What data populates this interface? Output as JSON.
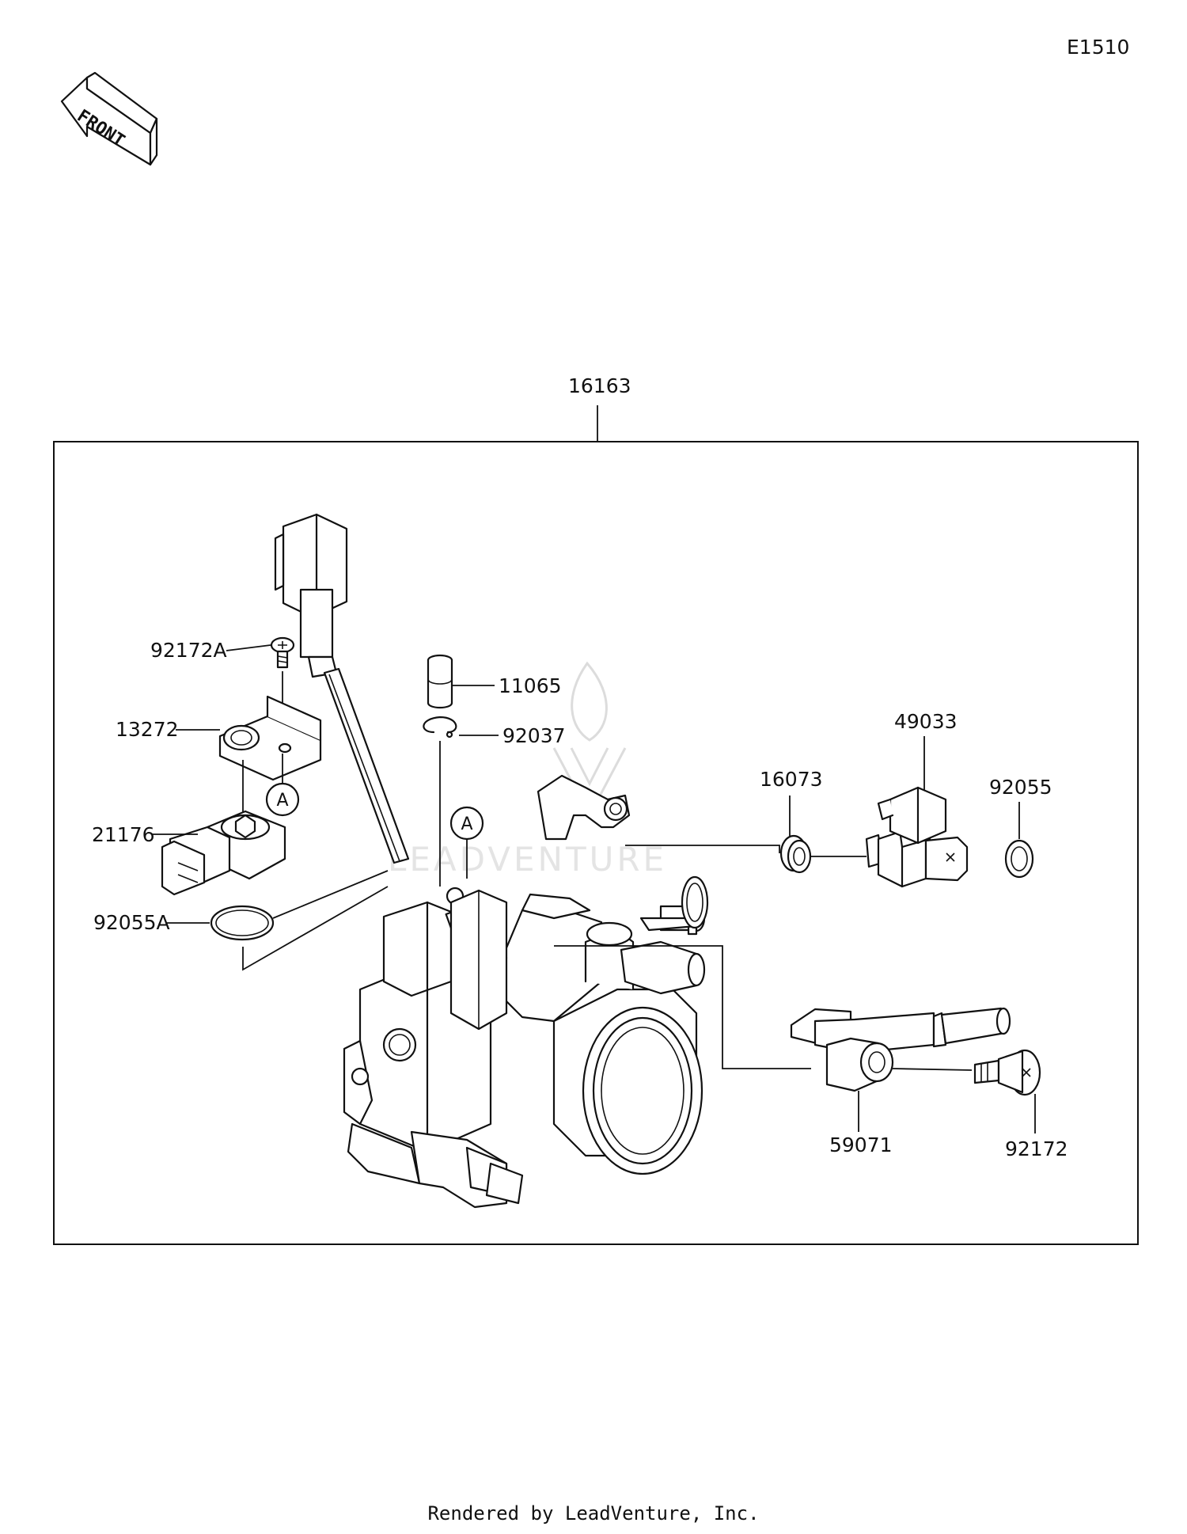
{
  "diagram_code": "E1510",
  "front_arrow_label": "FRONT",
  "assembly": {
    "part_no": "16163"
  },
  "callouts": [
    {
      "id": "callout-a-left",
      "label": "A"
    },
    {
      "id": "callout-a-right",
      "label": "A"
    }
  ],
  "parts": [
    {
      "id": "92172a",
      "label": "92172A"
    },
    {
      "id": "13272",
      "label": "13272"
    },
    {
      "id": "21176",
      "label": "21176"
    },
    {
      "id": "92055a",
      "label": "92055A"
    },
    {
      "id": "11065",
      "label": "11065"
    },
    {
      "id": "92037",
      "label": "92037"
    },
    {
      "id": "16073",
      "label": "16073"
    },
    {
      "id": "49033",
      "label": "49033"
    },
    {
      "id": "92055",
      "label": "92055"
    },
    {
      "id": "59071",
      "label": "59071"
    },
    {
      "id": "92172",
      "label": "92172"
    }
  ],
  "watermark": "LEADVENTURE",
  "footer": "Rendered by LeadVenture, Inc."
}
